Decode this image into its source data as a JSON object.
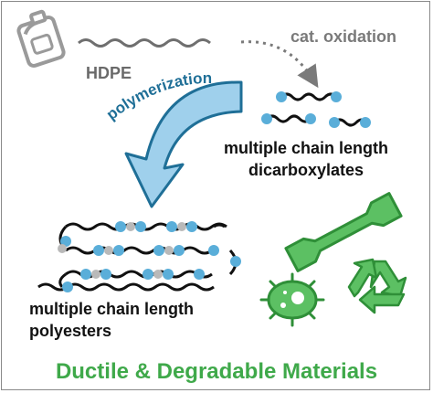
{
  "labels": {
    "source": "HDPE",
    "reaction_1": "cat. oxidation",
    "reaction_2": "polymerization",
    "product_1_line1": "multiple chain length",
    "product_1_line2": "dicarboxylates",
    "product_2_line1": "multiple chain length",
    "product_2_line2": "polyesters",
    "footer": "Ductile & Degradable Materials"
  },
  "icons": {
    "source": "plastic-bottle-icon",
    "material_1": "dogbone-specimen-icon",
    "material_2": "microbe-icon",
    "material_3": "recycle-icon"
  },
  "colors": {
    "accent_green": "#3fa94a",
    "ester_blue": "#5aaed9",
    "arrow_fill": "#9fd0ec",
    "arrow_stroke": "#1f6f97",
    "chain": "#111111",
    "hdpe_chain": "#6f6f6f",
    "text": "#111111",
    "label_gray": "#7a7a7a"
  }
}
